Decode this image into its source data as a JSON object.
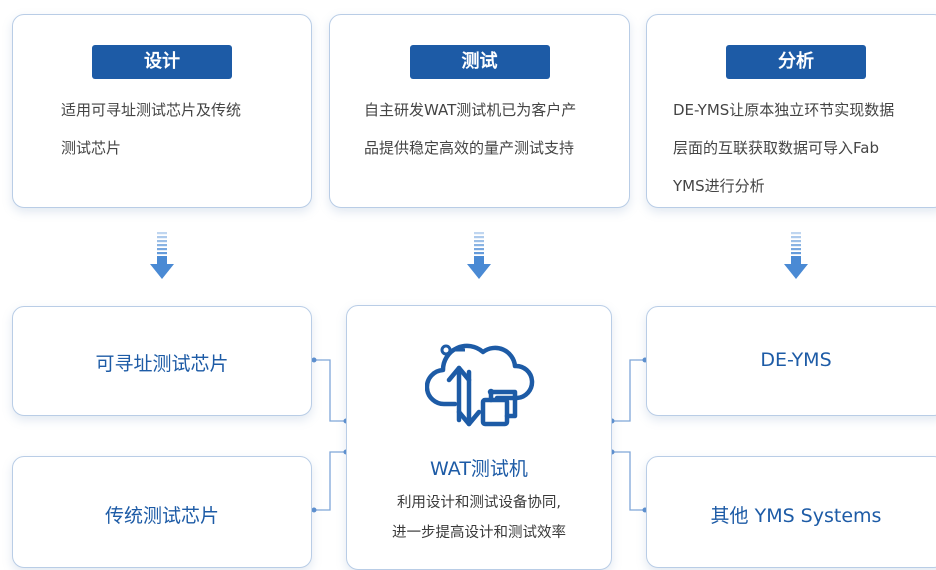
{
  "top_cards": [
    {
      "tag": "设计",
      "lines": [
        "适用可寻址测试芯片及传统",
        "测试芯片"
      ]
    },
    {
      "tag": "测试",
      "lines": [
        "自主研发WAT测试机已为客户产",
        "品提供稳定高效的量产测试支持"
      ]
    },
    {
      "tag": "分析",
      "lines": [
        "DE-YMS让原本独立环节实现数据",
        "层面的互联获取数据可导入Fab",
        "YMS进行分析"
      ]
    }
  ],
  "left_boxes": [
    "可寻址测试芯片",
    "传统测试芯片"
  ],
  "center": {
    "icon": "cloud-sync-icon",
    "title": "WAT测试机",
    "lines": [
      "利用设计和测试设备协同,",
      "进一步提高设计和测试效率"
    ]
  },
  "right_boxes": [
    "DE-YMS",
    "其他 YMS Systems"
  ],
  "colors": {
    "accent": "#1d5ba6",
    "border": "#b9cde6",
    "arrow": "#4a8ad4",
    "connector": "#5b8fd0"
  }
}
